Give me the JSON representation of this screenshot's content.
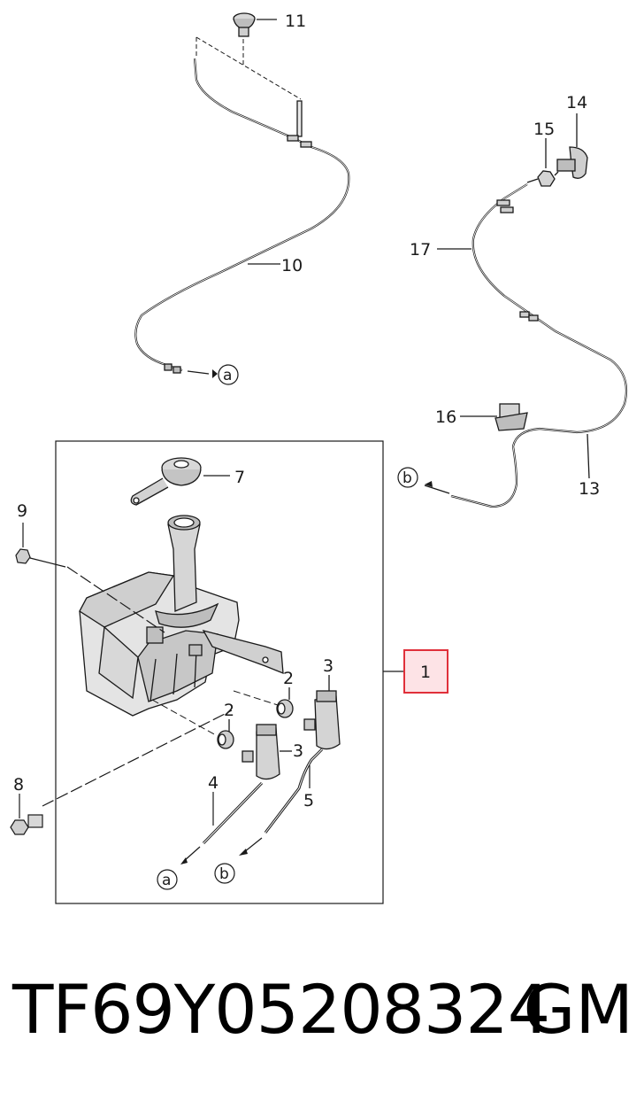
{
  "callouts": {
    "c1": "1",
    "c2a": "2",
    "c2b": "2",
    "c3a": "3",
    "c3b": "3",
    "c4": "4",
    "c5": "5",
    "c7": "7",
    "c8": "8",
    "c9": "9",
    "c10": "10",
    "c11": "11",
    "c13": "13",
    "c14": "14",
    "c15": "15",
    "c16": "16",
    "c17": "17"
  },
  "connectors": {
    "a_top": "a",
    "b_top": "b",
    "a_bottom": "a",
    "b_bottom": "b"
  },
  "footer": {
    "part_code": "TF69Y05208324",
    "brand": "GM"
  },
  "colors": {
    "highlight_fill": "#fde3e6",
    "highlight_stroke": "#e0303a",
    "line": "#1a1a1a"
  }
}
